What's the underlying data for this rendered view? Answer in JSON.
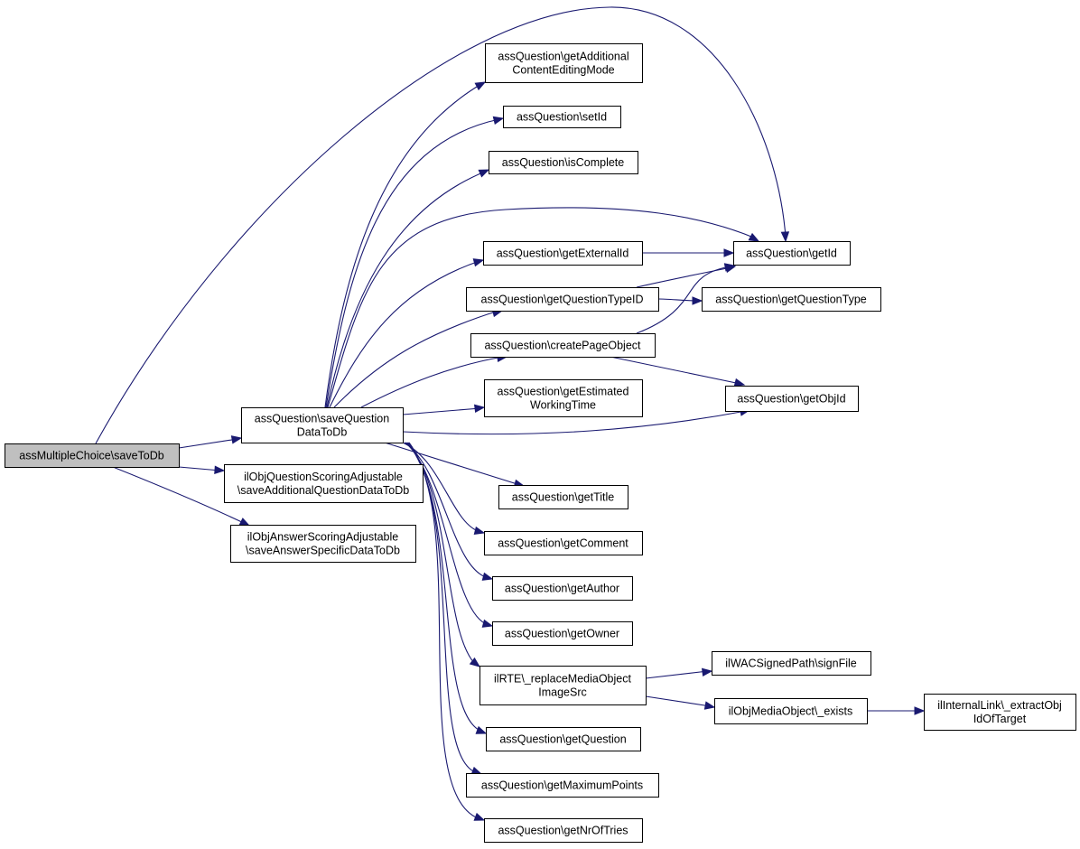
{
  "graph": {
    "edge_color": "#191970",
    "root_fill": "#bfbfbf",
    "nodes": [
      {
        "id": "root",
        "lines": [
          "assMultipleChoice\\saveToDb"
        ]
      },
      {
        "id": "saveQDataToDb",
        "lines": [
          "assQuestion\\saveQuestion",
          "DataToDb"
        ]
      },
      {
        "id": "saveAddQData",
        "lines": [
          "ilObjQuestionScoringAdjustable",
          "\\saveAdditionalQuestionDataToDb"
        ]
      },
      {
        "id": "saveAnswerData",
        "lines": [
          "ilObjAnswerScoringAdjustable",
          "\\saveAnswerSpecificDataToDb"
        ]
      },
      {
        "id": "getAddContent",
        "lines": [
          "assQuestion\\getAdditional",
          "ContentEditingMode"
        ]
      },
      {
        "id": "setId",
        "lines": [
          "assQuestion\\setId"
        ]
      },
      {
        "id": "isComplete",
        "lines": [
          "assQuestion\\isComplete"
        ]
      },
      {
        "id": "getExternalId",
        "lines": [
          "assQuestion\\getExternalId"
        ]
      },
      {
        "id": "getId",
        "lines": [
          "assQuestion\\getId"
        ]
      },
      {
        "id": "getQuestionTypeID",
        "lines": [
          "assQuestion\\getQuestionTypeID"
        ]
      },
      {
        "id": "getQuestionType",
        "lines": [
          "assQuestion\\getQuestionType"
        ]
      },
      {
        "id": "createPageObject",
        "lines": [
          "assQuestion\\createPageObject"
        ]
      },
      {
        "id": "getEstimated",
        "lines": [
          "assQuestion\\getEstimated",
          "WorkingTime"
        ]
      },
      {
        "id": "getObjId",
        "lines": [
          "assQuestion\\getObjId"
        ]
      },
      {
        "id": "getTitle",
        "lines": [
          "assQuestion\\getTitle"
        ]
      },
      {
        "id": "getComment",
        "lines": [
          "assQuestion\\getComment"
        ]
      },
      {
        "id": "getAuthor",
        "lines": [
          "assQuestion\\getAuthor"
        ]
      },
      {
        "id": "getOwner",
        "lines": [
          "assQuestion\\getOwner"
        ]
      },
      {
        "id": "replaceMedia",
        "lines": [
          "ilRTE\\_replaceMediaObject",
          "ImageSrc"
        ]
      },
      {
        "id": "signFile",
        "lines": [
          "ilWACSignedPath\\signFile"
        ]
      },
      {
        "id": "mediaExists",
        "lines": [
          "ilObjMediaObject\\_exists"
        ]
      },
      {
        "id": "extractObj",
        "lines": [
          "ilInternalLink\\_extractObj",
          "IdOfTarget"
        ]
      },
      {
        "id": "getQuestion",
        "lines": [
          "assQuestion\\getQuestion"
        ]
      },
      {
        "id": "getMaxPoints",
        "lines": [
          "assQuestion\\getMaximumPoints"
        ]
      },
      {
        "id": "getNrOfTries",
        "lines": [
          "assQuestion\\getNrOfTries"
        ]
      }
    ],
    "edges": [
      {
        "from": "root",
        "to": "getId"
      },
      {
        "from": "root",
        "to": "saveQDataToDb"
      },
      {
        "from": "root",
        "to": "saveAddQData"
      },
      {
        "from": "root",
        "to": "saveAnswerData"
      },
      {
        "from": "saveQDataToDb",
        "to": "getAddContent"
      },
      {
        "from": "saveQDataToDb",
        "to": "setId"
      },
      {
        "from": "saveQDataToDb",
        "to": "isComplete"
      },
      {
        "from": "saveQDataToDb",
        "to": "getId"
      },
      {
        "from": "saveQDataToDb",
        "to": "getExternalId"
      },
      {
        "from": "saveQDataToDb",
        "to": "getQuestionTypeID"
      },
      {
        "from": "saveQDataToDb",
        "to": "createPageObject"
      },
      {
        "from": "saveQDataToDb",
        "to": "getEstimated"
      },
      {
        "from": "saveQDataToDb",
        "to": "getObjId"
      },
      {
        "from": "saveQDataToDb",
        "to": "getTitle"
      },
      {
        "from": "saveQDataToDb",
        "to": "getComment"
      },
      {
        "from": "saveQDataToDb",
        "to": "getAuthor"
      },
      {
        "from": "saveQDataToDb",
        "to": "getOwner"
      },
      {
        "from": "saveQDataToDb",
        "to": "replaceMedia"
      },
      {
        "from": "saveQDataToDb",
        "to": "getQuestion"
      },
      {
        "from": "saveQDataToDb",
        "to": "getMaxPoints"
      },
      {
        "from": "saveQDataToDb",
        "to": "getNrOfTries"
      },
      {
        "from": "getExternalId",
        "to": "getId"
      },
      {
        "from": "getQuestionTypeID",
        "to": "getId"
      },
      {
        "from": "getQuestionTypeID",
        "to": "getQuestionType"
      },
      {
        "from": "createPageObject",
        "to": "getId"
      },
      {
        "from": "createPageObject",
        "to": "getObjId"
      },
      {
        "from": "replaceMedia",
        "to": "signFile"
      },
      {
        "from": "replaceMedia",
        "to": "mediaExists"
      },
      {
        "from": "mediaExists",
        "to": "extractObj"
      }
    ]
  }
}
